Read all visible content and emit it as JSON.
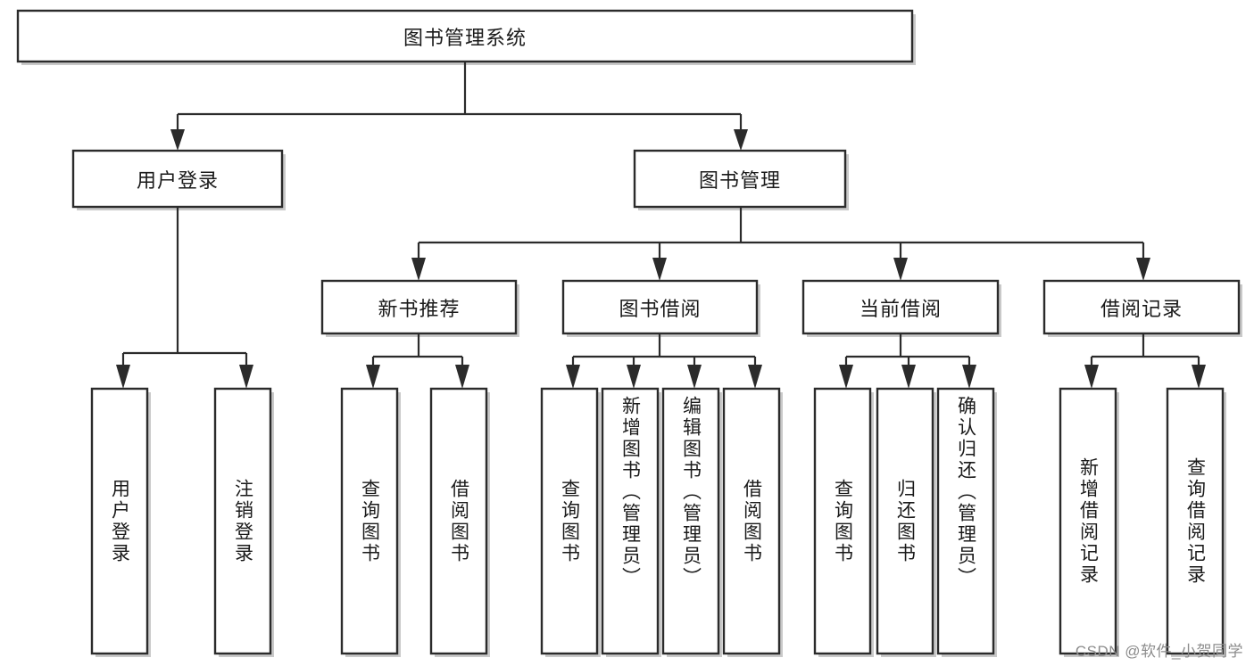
{
  "diagram": {
    "title": "图书管理系统",
    "type": "tree",
    "watermark": "CSDN @软件_小贺同学",
    "colors": {
      "box_stroke": "#2b2b2b",
      "box_fill": "#ffffff",
      "edge": "#2b2b2b",
      "text": "#1a1a1a",
      "shadow": "#c9c9c9",
      "watermark": "#8c8c8c"
    },
    "root": {
      "label": "图书管理系统",
      "orientation": "horizontal"
    },
    "level2": [
      {
        "label": "用户登录",
        "orientation": "horizontal"
      },
      {
        "label": "图书管理",
        "orientation": "horizontal"
      }
    ],
    "level3": [
      {
        "label": "新书推荐",
        "orientation": "horizontal"
      },
      {
        "label": "图书借阅",
        "orientation": "horizontal"
      },
      {
        "label": "当前借阅",
        "orientation": "horizontal"
      },
      {
        "label": "借阅记录",
        "orientation": "horizontal"
      }
    ],
    "leaves": {
      "user_login": [
        {
          "label": "用户登录",
          "orientation": "vertical"
        },
        {
          "label": "注销登录",
          "orientation": "vertical"
        }
      ],
      "new_book_recommend": [
        {
          "label": "查询图书",
          "orientation": "vertical"
        },
        {
          "label": "借阅图书",
          "orientation": "vertical"
        }
      ],
      "book_borrow": [
        {
          "label": "查询图书",
          "orientation": "vertical"
        },
        {
          "label": "新增图书（管理员）",
          "orientation": "vertical"
        },
        {
          "label": "编辑图书（管理员）",
          "orientation": "vertical"
        },
        {
          "label": "借阅图书",
          "orientation": "vertical"
        }
      ],
      "current_borrow": [
        {
          "label": "查询图书",
          "orientation": "vertical"
        },
        {
          "label": "归还图书",
          "orientation": "vertical"
        },
        {
          "label": "确认归还（管理员）",
          "orientation": "vertical"
        }
      ],
      "borrow_record": [
        {
          "label": "新增借阅记录",
          "orientation": "vertical"
        },
        {
          "label": "查询借阅记录",
          "orientation": "vertical"
        }
      ]
    }
  }
}
